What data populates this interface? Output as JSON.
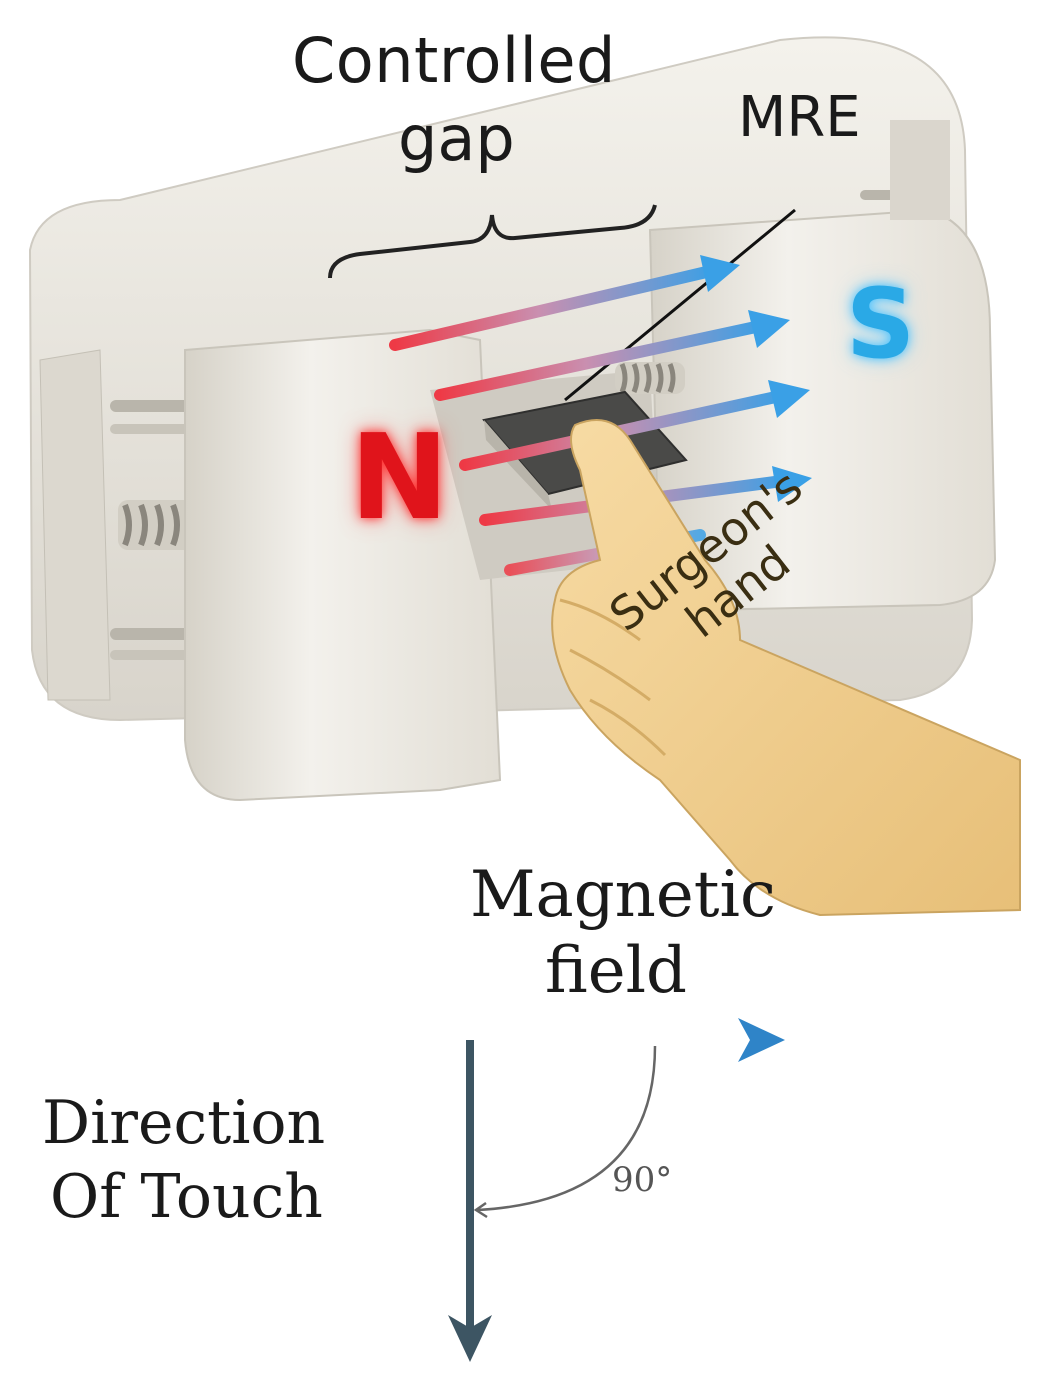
{
  "labels": {
    "controlled": "Controlled",
    "gap": "gap",
    "mre": "MRE",
    "north": "N",
    "south": "S",
    "surgeons": "Surgeon's",
    "hand": "hand",
    "magnetic": "Magnetic",
    "field": "field",
    "direction": "Direction",
    "of_touch": "Of Touch",
    "angle": "90°"
  },
  "colors": {
    "device_body": "#e9e6df",
    "device_shadow": "#c9c5bb",
    "north_red": "#e0141b",
    "south_blue": "#2aa9e6",
    "mre_pad": "#4a4a48",
    "skin": "#f2cf8e",
    "axis_dark": "#3d5563",
    "field_arrow_start": "#e8202a",
    "field_arrow_end": "#2f84c8"
  },
  "icons": {
    "field_arrows": "gradient-arrow-icon",
    "spring": "coil-spring-icon",
    "pad": "mre-pad-icon"
  }
}
